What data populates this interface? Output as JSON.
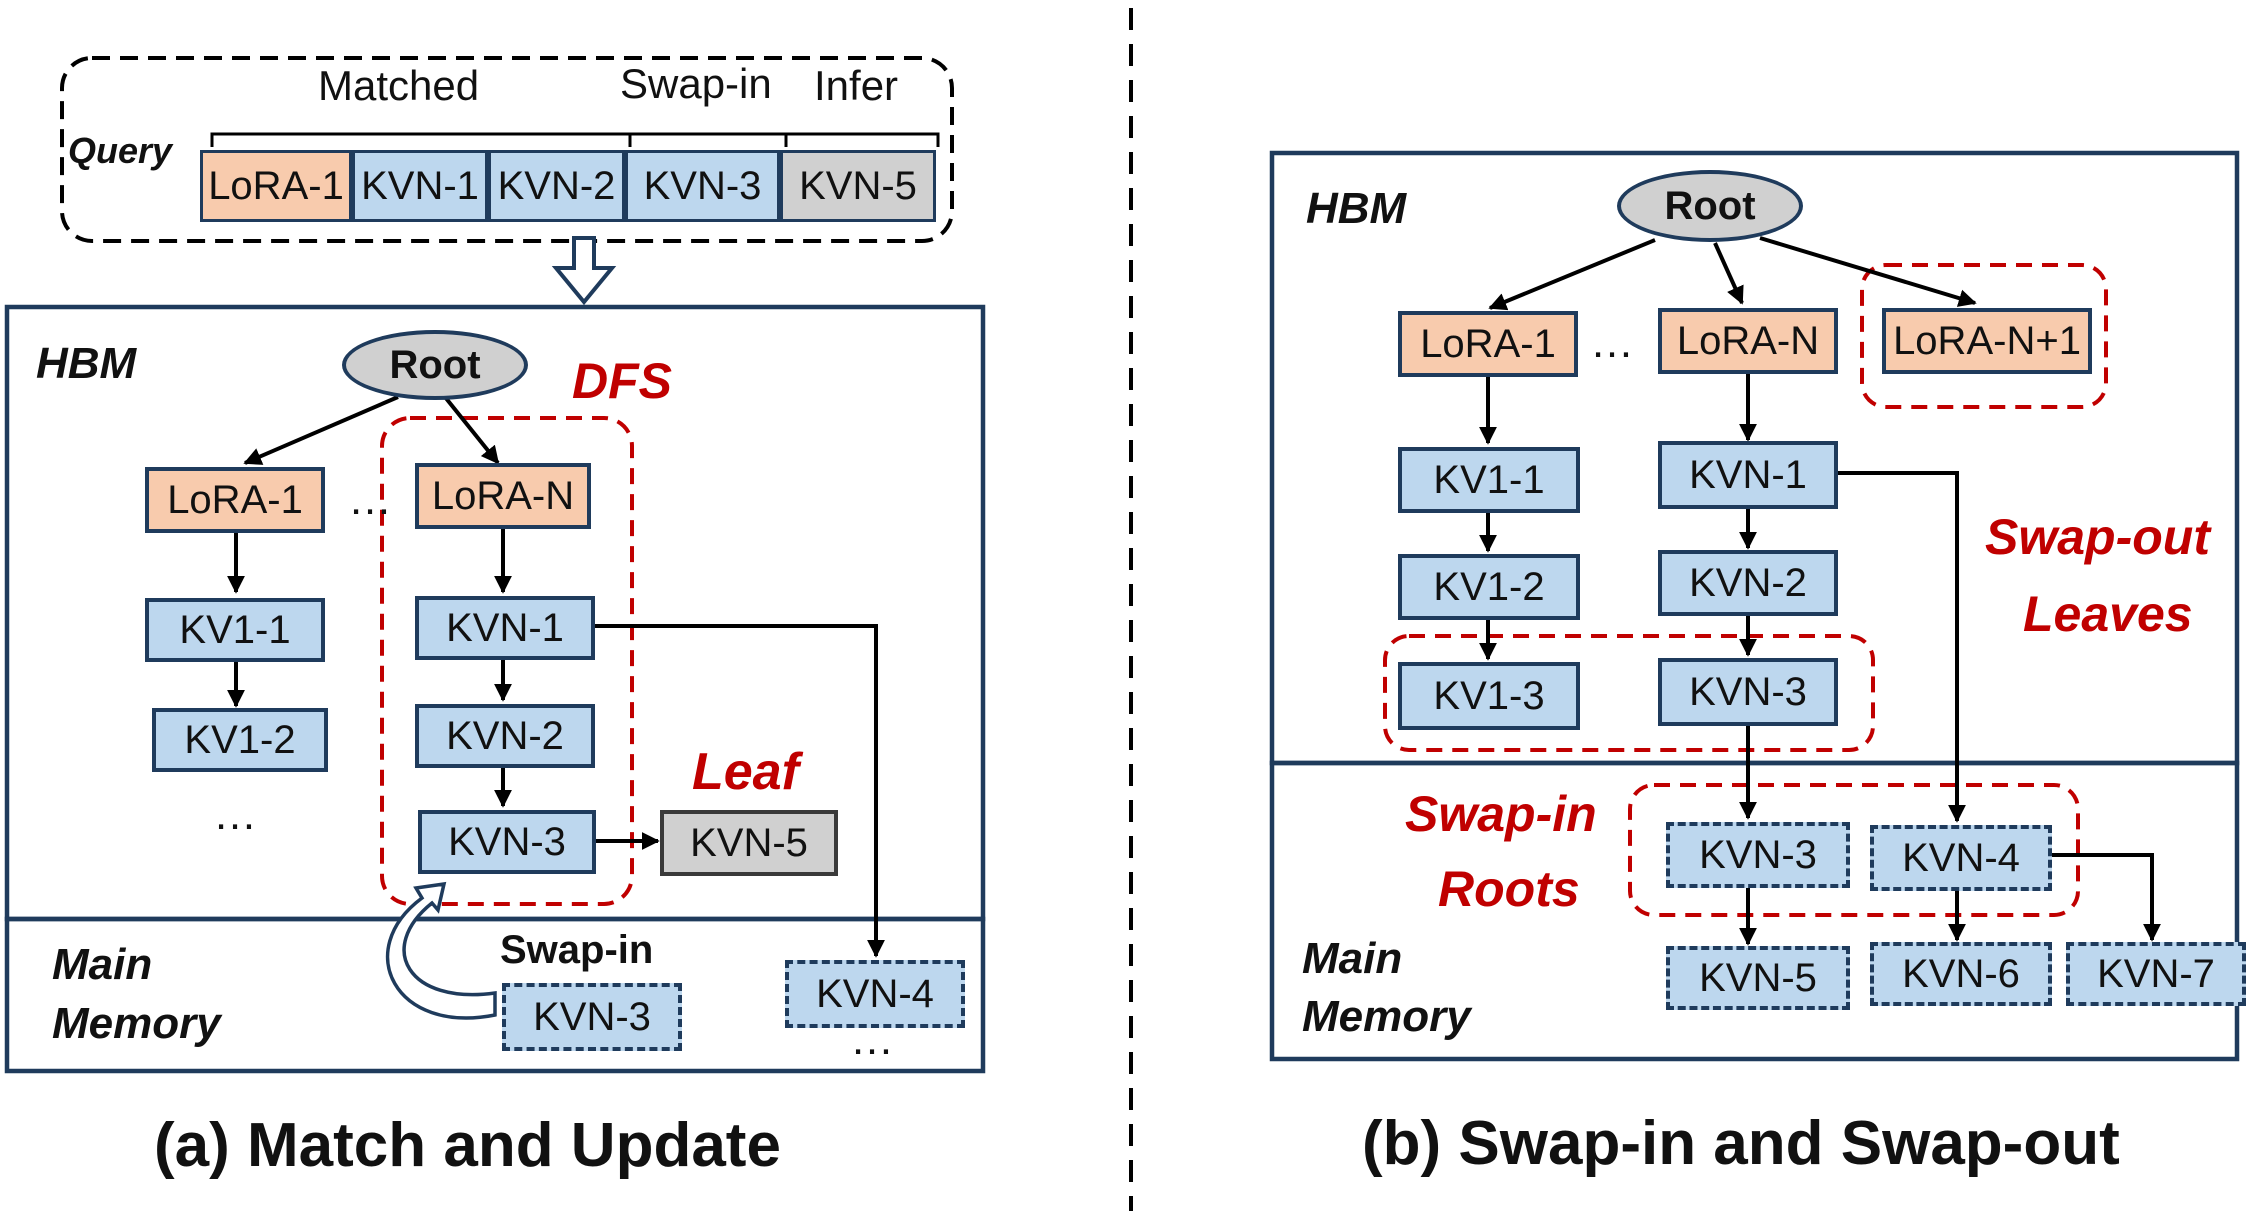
{
  "panel_a": {
    "query": {
      "label": "Query",
      "group_labels": {
        "matched": "Matched",
        "swap_in": "Swap-in",
        "infer": "Infer"
      },
      "cells": [
        "LoRA-1",
        "KVN-1",
        "KVN-2",
        "KVN-3",
        "KVN-5"
      ]
    },
    "hbm_label": "HBM",
    "main_memory_label": [
      "Main",
      "Memory"
    ],
    "root": "Root",
    "dfs_label": "DFS",
    "leaf_label": "Leaf",
    "swap_in_label": "Swap-in",
    "ellipsis": "…",
    "nodes": {
      "lora1": "LoRA-1",
      "loran": "LoRA-N",
      "kv11": "KV1-1",
      "kv12": "KV1-2",
      "kvn1": "KVN-1",
      "kvn2": "KVN-2",
      "kvn3": "KVN-3",
      "kvn5": "KVN-5",
      "mm_kvn3": "KVN-3",
      "mm_kvn4": "KVN-4"
    },
    "caption": "(a) Match and Update"
  },
  "panel_b": {
    "hbm_label": "HBM",
    "main_memory_label": [
      "Main",
      "Memory"
    ],
    "root": "Root",
    "swap_out_label": [
      "Swap-out",
      "Leaves"
    ],
    "swap_in_label": [
      "Swap-in",
      "Roots"
    ],
    "ellipsis": "…",
    "nodes": {
      "lora1": "LoRA-1",
      "loran": "LoRA-N",
      "loran1": "LoRA-N+1",
      "kv11": "KV1-1",
      "kv12": "KV1-2",
      "kv13": "KV1-3",
      "kvn1": "KVN-1",
      "kvn2": "KVN-2",
      "kvn3": "KVN-3",
      "mm_kvn3": "KVN-3",
      "mm_kvn4": "KVN-4",
      "mm_kvn5": "KVN-5",
      "mm_kvn6": "KVN-6",
      "mm_kvn7": "KVN-7"
    },
    "caption": "(b) Swap-in and Swap-out"
  },
  "colors": {
    "lora_fill": "#f8cbad",
    "kv_fill": "#bdd7ee",
    "gray_fill": "#d0d0d0",
    "border": "#1f3b5c",
    "highlight_red": "#c00000"
  }
}
